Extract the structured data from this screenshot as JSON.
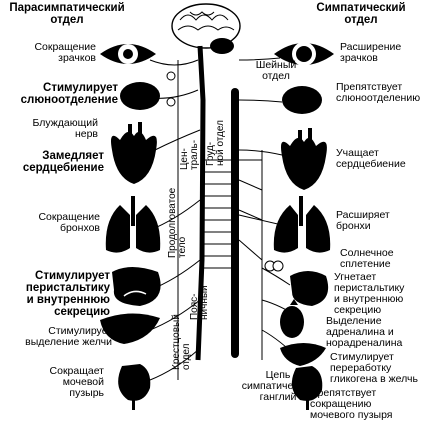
{
  "headers": {
    "parasympathetic": "Парасимпатический\nотдел",
    "sympathetic": "Симпатический\nотдел"
  },
  "left_labels": {
    "pupil_constrict": "Сокращение\nзрачков",
    "saliva": "Стимулирует\nслюноотделение",
    "vagus": "Блуждающий\nнерв",
    "heart_slow": "Замедляет\nсердцебиение",
    "bronchi_constrict": "Сокращение\nбронхов",
    "peristalsis": "Стимулирует\nперистальтику\nи внутреннюю\nсекрецию",
    "bile": "Стимулирует\nвыделение желчи",
    "bladder": "Сокращает\nмочевой\nпузырь"
  },
  "right_labels": {
    "pupil_dilate": "Расширение\nзрачков",
    "saliva_inhibit": "Препятствует\nслюноотделению",
    "heart_fast": "Учащает\nсердцебиение",
    "bronchi_dilate": "Расширяет\nбронхи",
    "solar_plexus": "Солнечное\nсплетение",
    "peristalsis_inhibit": "Угнетает\nперистальтику\nи внутреннюю\nсекрецию",
    "adrenaline": "Выделение\nадреналина и\nнорадреналина",
    "glycogen": "Стимулирует\nпереработку\nгликогена в желчь",
    "bladder_inhibit": "Препятствует\nсокращению\nмочевого пузыря"
  },
  "center_labels": {
    "cervical": "Шейный\nотдел",
    "thoracic": "Груд-\nной отдел",
    "central": "Цен-\nтраль-",
    "lumbar": "Поясничный",
    "medulla": "Продолговатое\nтело",
    "sacral": "Крестцовый\nотдел",
    "cross": "Пояс-\nничный",
    "chain": "Цепь\nсимпатических\nганглий"
  }
}
